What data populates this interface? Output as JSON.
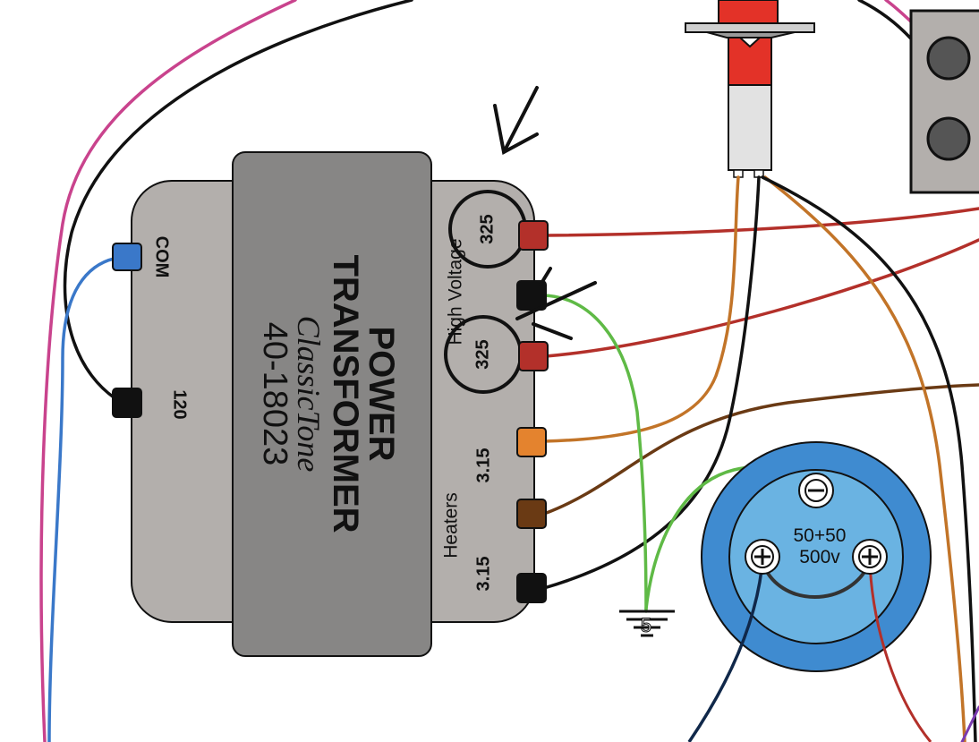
{
  "transformer": {
    "title_line1": "POWER",
    "title_line2": "TRANSFORMER",
    "brand": "ClassicTone",
    "part_number": "40-18023",
    "primary": {
      "com_label": "COM",
      "v120_label": "120"
    },
    "secondary": {
      "high_voltage_label": "High Voltage",
      "hv_top_label": "325",
      "hv_bottom_label": "325",
      "heaters_label": "Heaters",
      "heater_top_label": "3.15",
      "heater_bottom_label": "3.15"
    }
  },
  "capacitor": {
    "value_label": "50+50",
    "voltage_label": "500v"
  },
  "ground": {
    "label": "5"
  },
  "colors": {
    "transformer_bell": "#b3afac",
    "transformer_core": "#878685",
    "wire_red": "#b3302a",
    "wire_orange": "#c27428",
    "wire_brown": "#6a3a14",
    "wire_green": "#5fba46",
    "wire_blue": "#3a78c9",
    "wire_pink": "#c9438d",
    "wire_black": "#111111",
    "wire_navy": "#10284a",
    "cap_outer": "#3f8bd0",
    "cap_inner": "#6ab3e2",
    "fuse_red": "#e33228"
  }
}
